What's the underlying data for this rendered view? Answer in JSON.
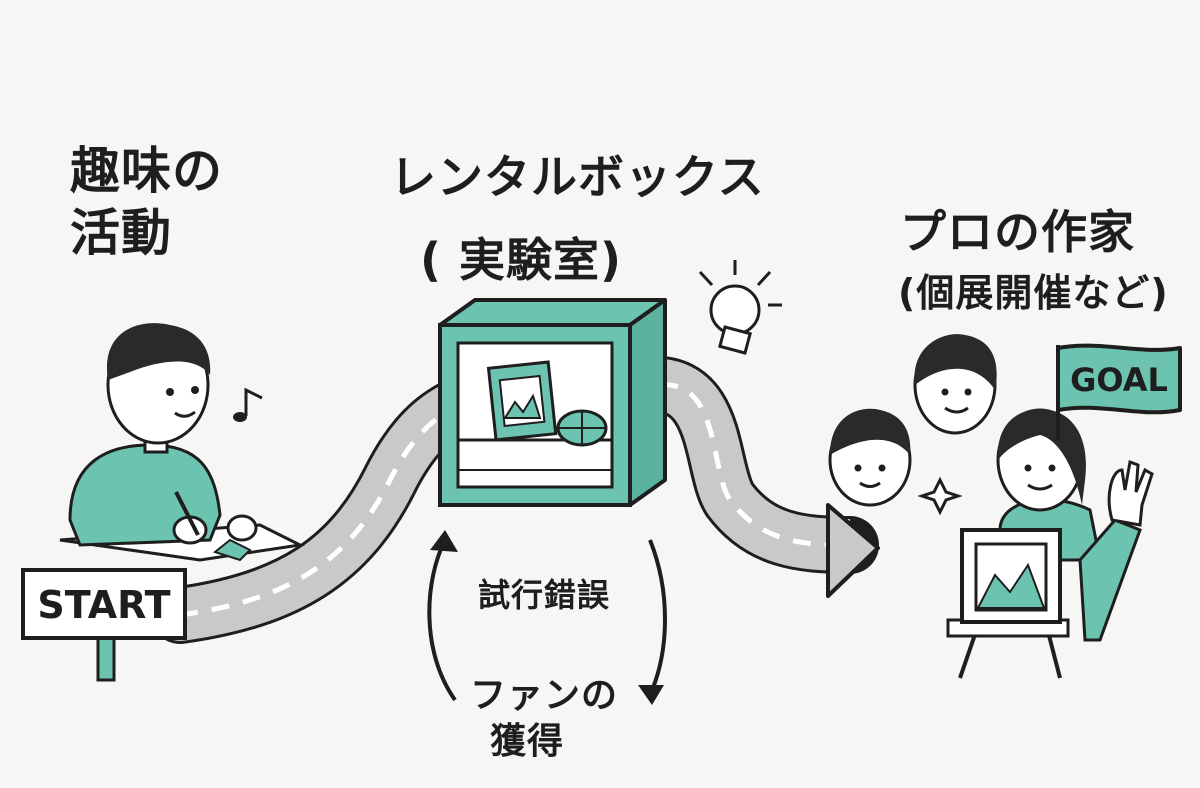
{
  "stages": {
    "start": {
      "title_line1": "趣味の",
      "title_line2": "活動",
      "sign": "START"
    },
    "middle": {
      "title": "レンタルボックス",
      "subtitle": "( 実験室)",
      "loop_top": "試行錯誤",
      "loop_bottom_line1": "ファンの",
      "loop_bottom_line2": "獲得"
    },
    "goal": {
      "title": "プロの作家",
      "subtitle": "(個展開催など)",
      "flag": "GOAL"
    }
  },
  "colors": {
    "accent": "#6cc4b0",
    "ink": "#1e1e1e",
    "road": "#c9c9c9",
    "background": "#f6f6f4"
  }
}
